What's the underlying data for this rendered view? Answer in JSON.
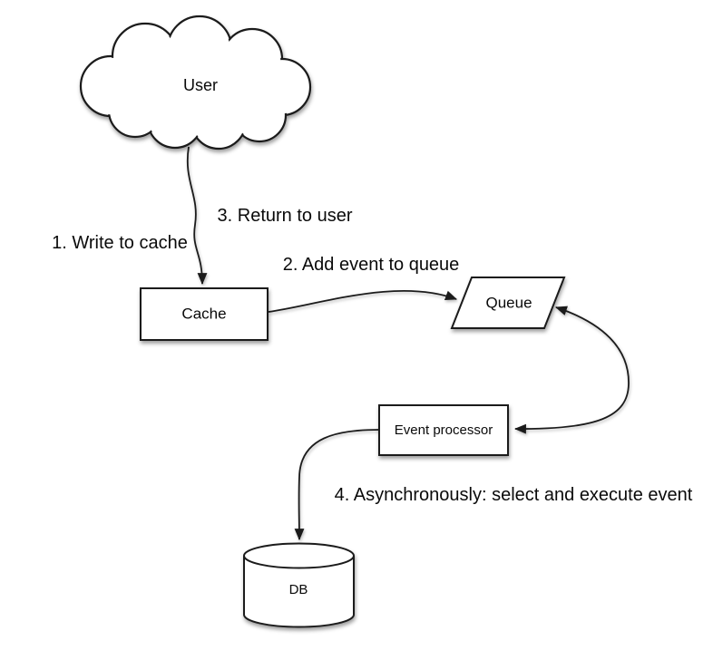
{
  "diagram": {
    "type": "flow-diagram",
    "colors": {
      "background": "#ffffff",
      "stroke": "#1b1b1b",
      "shape_fill": "#ffffff",
      "text": "#0a0a0a"
    },
    "nodes": {
      "user": {
        "label": "User",
        "shape": "cloud"
      },
      "cache": {
        "label": "Cache",
        "shape": "rectangle"
      },
      "queue": {
        "label": "Queue",
        "shape": "parallelogram"
      },
      "event_processor": {
        "label": "Event processor",
        "shape": "rectangle"
      },
      "db": {
        "label": "DB",
        "shape": "cylinder"
      }
    },
    "steps": {
      "step1": "1. Write to cache",
      "step2": "2. Add event to queue",
      "step3": "3. Return to user",
      "step4": "4. Asynchronously: select and execute event"
    },
    "edges": [
      {
        "from": "user",
        "to": "cache",
        "arrowheads": "end",
        "labels": [
          "1. Write to cache",
          "3. Return to user"
        ]
      },
      {
        "from": "cache",
        "to": "queue",
        "arrowheads": "end",
        "labels": [
          "2. Add event to queue"
        ]
      },
      {
        "from": "queue",
        "to": "event_processor",
        "arrowheads": "both",
        "labels": []
      },
      {
        "from": "event_processor",
        "to": "db",
        "arrowheads": "end",
        "labels": [
          "4. Asynchronously: select and execute event"
        ]
      }
    ]
  }
}
